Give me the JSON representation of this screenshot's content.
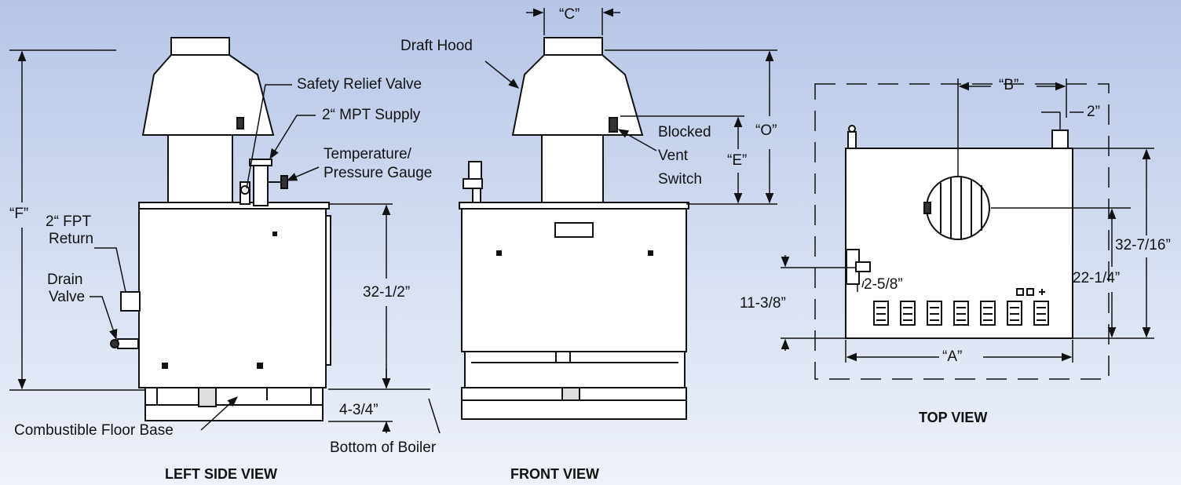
{
  "views": {
    "left_side": "LEFT SIDE VIEW",
    "front": "FRONT VIEW",
    "top": "TOP VIEW"
  },
  "labels": {
    "draft_hood": "Draft Hood",
    "safety_relief_valve": "Safety Relief Valve",
    "mpt_supply": "2“ MPT Supply",
    "temp_gauge_1": "Temperature/",
    "temp_gauge_2": "Pressure Gauge",
    "fpt_return_1": "2“ FPT",
    "fpt_return_2": "Return",
    "drain_1": "Drain",
    "drain_2": "Valve",
    "blocked_1": "Blocked",
    "blocked_2": "Vent",
    "blocked_3": "Switch",
    "combustible_floor_base": "Combustible Floor Base",
    "bottom_of_boiler": "Bottom of Boiler"
  },
  "dimensions": {
    "C": "“C”",
    "F": "“F”",
    "O": "“O”",
    "E": "“E”",
    "B": "“B”",
    "A": "“A”",
    "two_in": "2”",
    "height_32_1_2": "32-1/2”",
    "base_4_3_4": "4-3/4”",
    "depth_32_7_16": "32-7/16”",
    "flue_22_1_4": "22-1/4”",
    "offset_11_3_8": "11-3/8”",
    "offset_2_5_8": "2-5/8”"
  },
  "colors": {
    "background_top": "#b7c6e6",
    "background_bottom": "#eef2fa",
    "line": "#111111"
  }
}
